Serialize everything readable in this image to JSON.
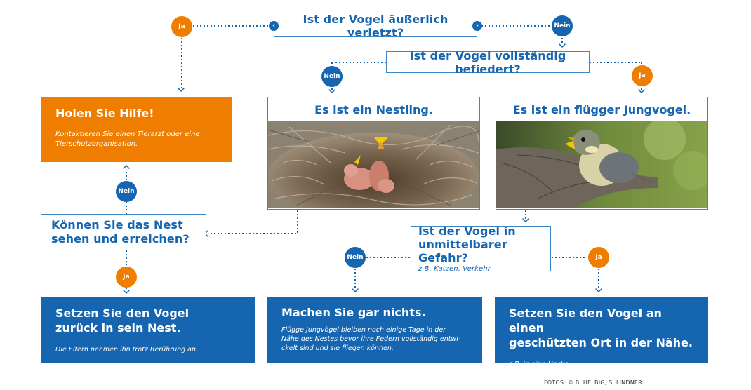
{
  "q_injured": "Ist der Vogel äußerlich verletzt?",
  "q_feathered": "Ist der Vogel vollständig befiedert?",
  "q_nest_reach": {
    "line1": "Können Sie das Nest",
    "line2": "sehen und erreichen?"
  },
  "q_danger": {
    "line1": "Ist der Vogel in",
    "line2": "unmittelbarer Gefahr?",
    "sub": "z.B. Katzen, Verkehr"
  },
  "badges": {
    "ja": "Ja",
    "nein": "Nein"
  },
  "help_box": {
    "title": "Holen Sie Hilfe!",
    "text1": "Kontaktieren Sie einen Tierarzt oder eine",
    "text2": "Tierschutzorganisation."
  },
  "nestling": {
    "title": "Es ist ein Nestling."
  },
  "fledgling": {
    "title": "Es ist ein flügger Jungvogel."
  },
  "back_to_nest": {
    "line1": "Setzen Sie den Vogel",
    "line2": "zurück in sein Nest.",
    "sub": "Die Eltern nehmen ihn trotz Berührung an."
  },
  "do_nothing": {
    "title": "Machen Sie gar nichts.",
    "sub1": "Flügge Jungvögel bleiben noch einige Tage in der",
    "sub2": "Nähe des Nestes bevor ihre Federn vollständig entwi-",
    "sub3": "ckelt sind und sie fliegen können."
  },
  "protected_place": {
    "line1": "Setzen Sie den Vogel an einen",
    "line2": "geschützten Ort in der Nähe.",
    "sub": "z.B. in eine Hecke"
  },
  "credit": "FOTOS: © B. HELBIG, S. LINDNER",
  "colors": {
    "blue": "#1565b0",
    "orange": "#ef7d00",
    "border": "#3d86c6"
  }
}
